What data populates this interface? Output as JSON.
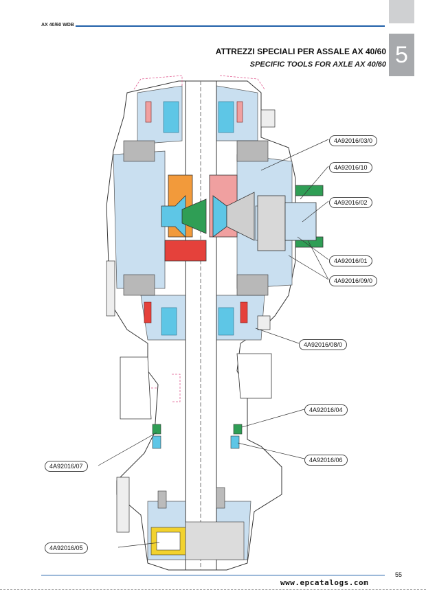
{
  "header": {
    "doc_code": "AX 40/60 WDB",
    "chapter_number": "5",
    "title_it": "ATTREZZI SPECIALI PER ASSALE AX 40/60",
    "title_en": "SPECIFIC TOOLS FOR AXLE AX 40/60"
  },
  "callouts": [
    {
      "id": "c1",
      "label": "4A92016/03/0"
    },
    {
      "id": "c2",
      "label": "4A92016/10"
    },
    {
      "id": "c3",
      "label": "4A92016/02"
    },
    {
      "id": "c4",
      "label": "4A92016/01"
    },
    {
      "id": "c5",
      "label": "4A92016/09/0"
    },
    {
      "id": "c6",
      "label": "4A92016/08/0"
    },
    {
      "id": "c7",
      "label": "4A92016/04"
    },
    {
      "id": "c8",
      "label": "4A92016/07"
    },
    {
      "id": "c9",
      "label": "4A92016/06"
    },
    {
      "id": "c10",
      "label": "4A92016/05"
    }
  ],
  "footer": {
    "page_number": "55",
    "website": "www.epcatalogs.com"
  },
  "colors": {
    "accent_blue": "#1f5fa8",
    "casing_blue": "#c9dff0",
    "gear_orange": "#f29a3b",
    "seal_red": "#e5413b",
    "gear_green": "#2f9e55",
    "bearing_yellow": "#f2d22e",
    "tool_pink": "#e05a8f",
    "spring_cyan": "#5ec6e6"
  }
}
